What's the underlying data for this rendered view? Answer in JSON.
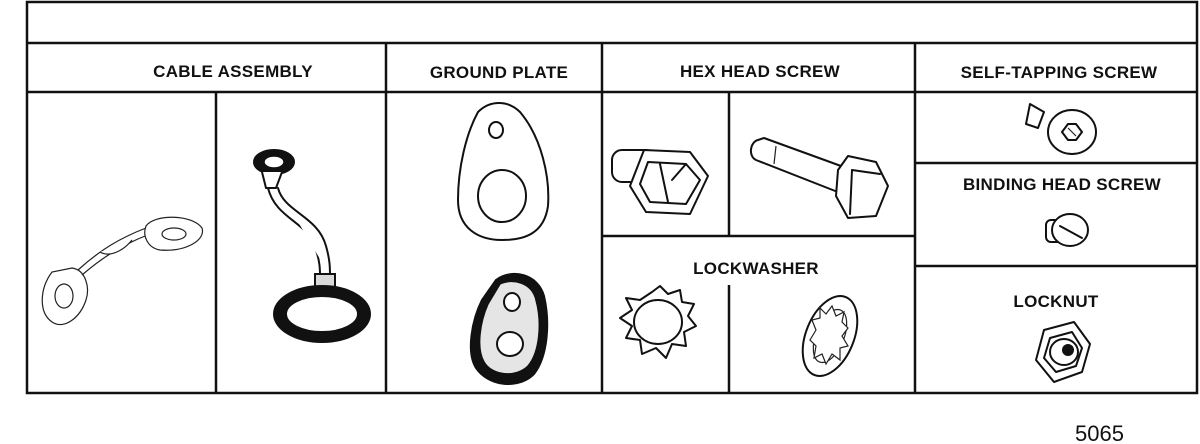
{
  "headers": {
    "cable_assembly": "CABLE ASSEMBLY",
    "ground_plate": "GROUND PLATE",
    "hex_head_screw": "HEX HEAD SCREW",
    "self_tapping_screw": "SELF-TAPPING SCREW",
    "binding_head_screw": "BINDING HEAD SCREW",
    "lockwasher": "LOCKWASHER",
    "locknut": "LOCKNUT"
  },
  "figure_number": "5065"
}
